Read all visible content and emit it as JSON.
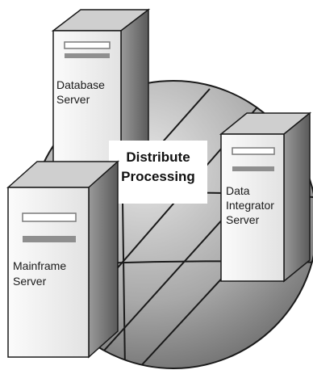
{
  "center_label": {
    "line1": "Distribute",
    "line2": "Processing"
  },
  "servers": [
    {
      "id": "database",
      "line1": "Database",
      "line2": "Server",
      "line3": ""
    },
    {
      "id": "data-integrator",
      "line1": "Data",
      "line2": "Integrator",
      "line3": "Server"
    },
    {
      "id": "mainframe",
      "line1": "Mainframe",
      "line2": "Server",
      "line3": ""
    }
  ],
  "colors": {
    "globe_light": "#d9d9d9",
    "globe_dark": "#6a6a6a",
    "grid_line": "#1a1a1a",
    "server_face": "#f4f4f4",
    "server_side": "#8c8c8c",
    "server_top": "#cfcfcf",
    "slot": "#8f8f8f"
  }
}
